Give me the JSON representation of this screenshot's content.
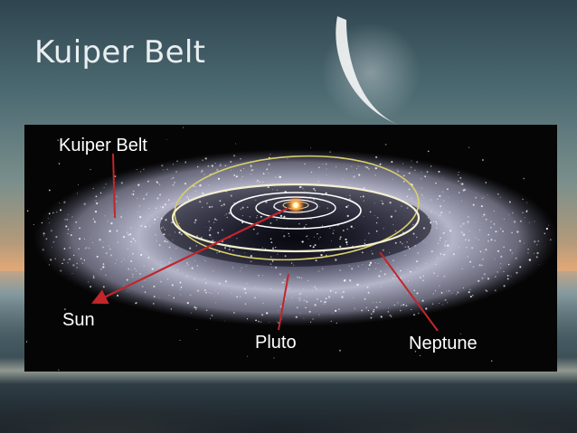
{
  "slide": {
    "title": "Kuiper Belt"
  },
  "figure": {
    "labels": {
      "kuiper_belt": "Kuiper Belt",
      "sun": "Sun",
      "pluto": "Pluto",
      "neptune": "Neptune"
    }
  },
  "colors": {
    "arrow": "#c0262a",
    "orbit_neptune": "#f4f0d0",
    "orbit_pluto": "#d8cf6a",
    "belt": "#c8c8e8",
    "title_text": "#e9eef0"
  }
}
